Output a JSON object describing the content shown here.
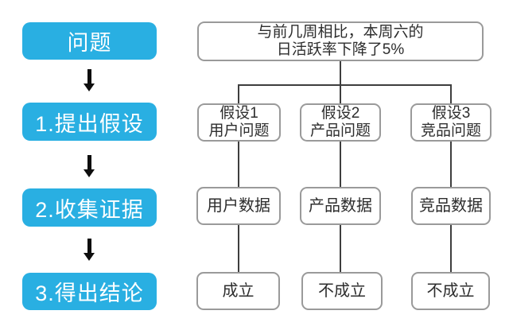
{
  "diagram_title": "hypothesis-testing-flowchart",
  "colors": {
    "accent_blue": "#29afe2",
    "box_border_gray": "#9a9a9a",
    "connector_dark": "#3e3e3e",
    "arrow_black": "#0e0e0e",
    "text_dark": "#2d2d2d",
    "background": "#ffffff"
  },
  "left_column": {
    "steps": [
      {
        "label": "问题"
      },
      {
        "label": "1.提出假设"
      },
      {
        "label": "2.收集证据"
      },
      {
        "label": "3.得出结论"
      }
    ]
  },
  "problem_statement": {
    "line1": "与前几周相比，本周六的",
    "line2": "日活跃率下降了5%"
  },
  "columns": [
    {
      "hypothesis_line1": "假设1",
      "hypothesis_line2": "用户问题",
      "evidence": "用户数据",
      "conclusion": "成立"
    },
    {
      "hypothesis_line1": "假设2",
      "hypothesis_line2": "产品问题",
      "evidence": "产品数据",
      "conclusion": "不成立"
    },
    {
      "hypothesis_line1": "假设3",
      "hypothesis_line2": "竞品问题",
      "evidence": "竞品数据",
      "conclusion": "不成立"
    }
  ]
}
